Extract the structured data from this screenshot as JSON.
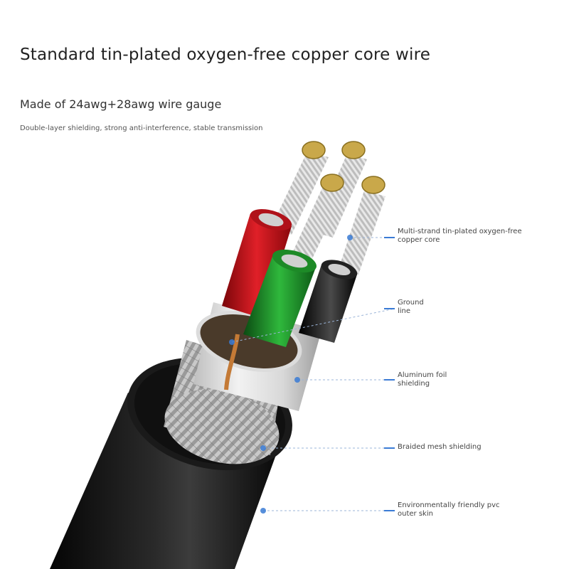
{
  "heading": {
    "title": "Standard tin-plated oxygen-free copper core wire",
    "subtitle": "Made of 24awg+28awg wire gauge",
    "description": "Double-layer shielding, strong anti-interference, stable transmission"
  },
  "callouts": [
    {
      "line1": "Multi-strand tin-plated oxygen-free",
      "line2": "copper core"
    },
    {
      "line1": "Ground",
      "line2": "line"
    },
    {
      "line1": "Aluminum foil",
      "line2": "shielding"
    },
    {
      "line1": "Braided mesh shielding",
      "line2": ""
    },
    {
      "line1": "Environmentally friendly pvc",
      "line2": "outer skin"
    }
  ],
  "colors": {
    "accent_blue": "#3a7bd5",
    "wire_red": "#c8141a",
    "wire_green": "#1f8a2a",
    "wire_black": "#111111",
    "jacket": "#0c0c0c"
  }
}
